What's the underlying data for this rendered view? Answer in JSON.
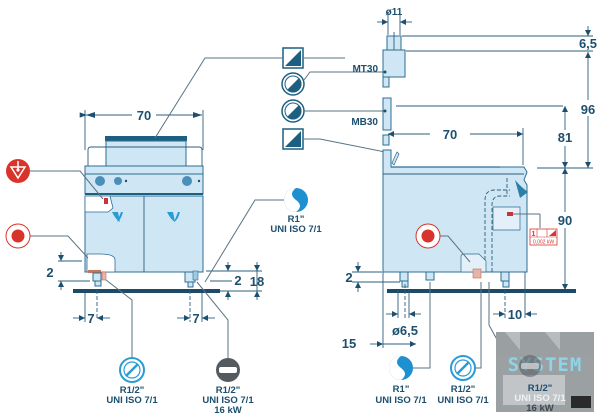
{
  "title": "Boiling pan technical drawing",
  "front_view": {
    "width_dim": "70",
    "left_foot_offset": "7",
    "right_foot_offset": "7",
    "left_height_dim": "2",
    "right_height_dim": "2",
    "floor_clearance": "18"
  },
  "side_view": {
    "pipe_diameter": "ø11",
    "top_dim": "6,5",
    "total_height": "96",
    "mid_height": "81",
    "depth": "70",
    "body_height": "90",
    "foot_height": "2",
    "foot_diameter": "ø6,5",
    "left_offset": "15",
    "right_offset": "10",
    "label_mt": "MT30",
    "label_mb": "MB30"
  },
  "electrical_label": {
    "phase": "1",
    "power": "0,002 kW"
  },
  "connections": {
    "water_right": {
      "line1": "R1\"",
      "line2": "UNI ISO 7/1",
      "icon": "water-drain-icon"
    },
    "cold_water_left": {
      "line1": "R1/2\"",
      "line2": "UNI ISO 7/1",
      "icon": "cold-water-icon"
    },
    "gas_left": {
      "line1": "R1/2\"",
      "line2": "UNI ISO 7/1",
      "line3": "16 kW",
      "icon": "gas-icon"
    },
    "drain_side": {
      "line1": "R1\"",
      "line2": "UNI ISO 7/1",
      "icon": "water-drain-icon"
    },
    "cold_water_side": {
      "line1": "R1/2\"",
      "line2": "UNI ISO 7/1",
      "icon": "cold-water-icon"
    },
    "gas_side": {
      "line1": "R1/2\"",
      "line2": "UNI ISO 7/1",
      "line3": "16 kW",
      "icon": "gas-icon"
    }
  },
  "watermark": {
    "text": "SYSTEM"
  },
  "colors": {
    "accent_blue": "#1e8fcf",
    "dark_teal": "#1d5f80",
    "red": "#d9342b",
    "body": "#cfe6f5"
  }
}
